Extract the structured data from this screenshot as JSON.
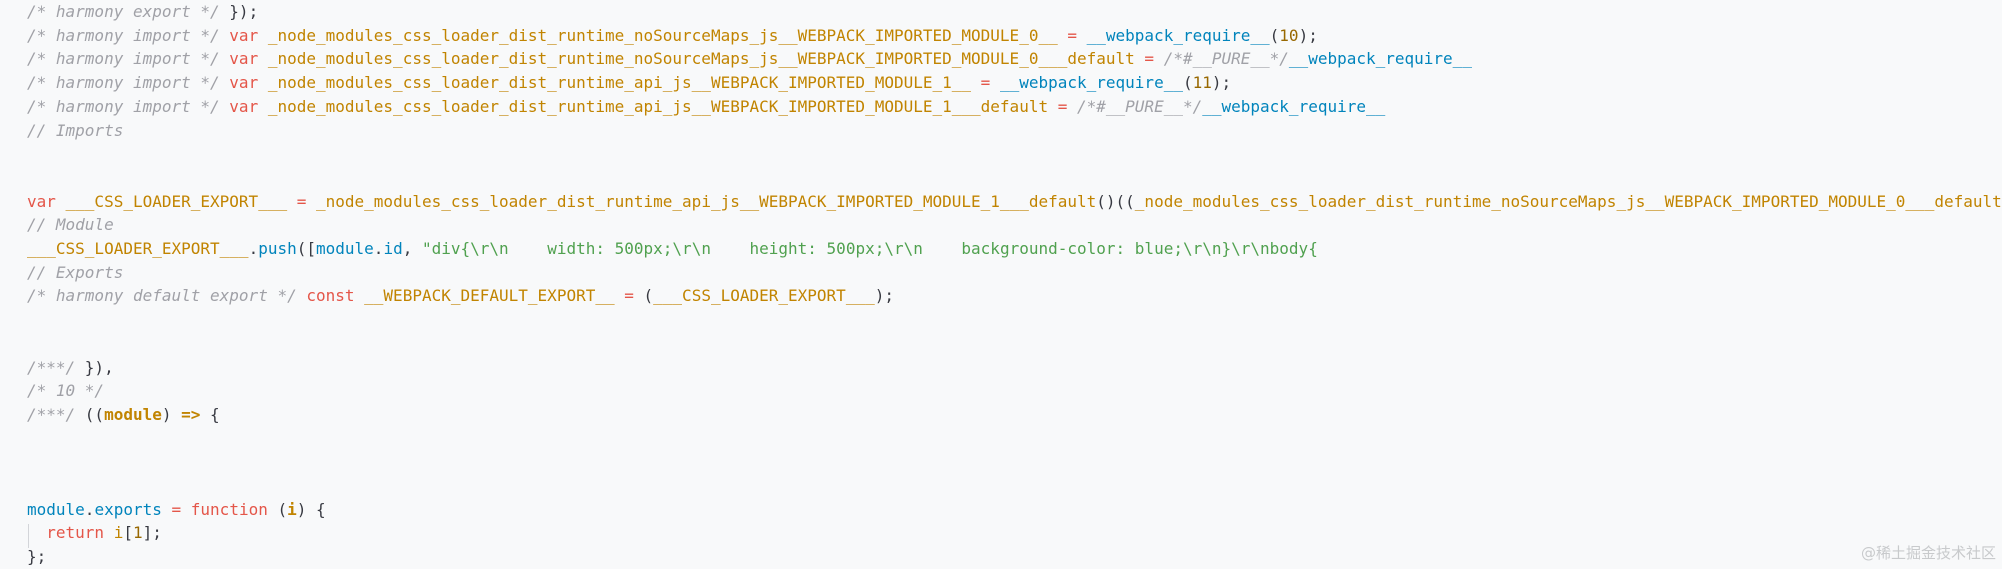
{
  "code": {
    "lines": [
      [
        {
          "t": "/* harmony export */ ",
          "c": "c"
        },
        {
          "t": "});",
          "c": "p"
        }
      ],
      [
        {
          "t": "/* harmony import */ ",
          "c": "c"
        },
        {
          "t": "var ",
          "c": "k"
        },
        {
          "t": "_node_modules_css_loader_dist_runtime_noSourceMaps_js__WEBPACK_IMPORTED_MODULE_0__",
          "c": "v"
        },
        {
          "t": " = ",
          "c": "o"
        },
        {
          "t": "__webpack_require__",
          "c": "f"
        },
        {
          "t": "(",
          "c": "p"
        },
        {
          "t": "10",
          "c": "n"
        },
        {
          "t": ");",
          "c": "p"
        }
      ],
      [
        {
          "t": "/* harmony import */ ",
          "c": "c"
        },
        {
          "t": "var ",
          "c": "k"
        },
        {
          "t": "_node_modules_css_loader_dist_runtime_noSourceMaps_js__WEBPACK_IMPORTED_MODULE_0___default",
          "c": "v"
        },
        {
          "t": " = ",
          "c": "o"
        },
        {
          "t": "/*#__PURE__*/",
          "c": "c"
        },
        {
          "t": "__webpack_require__",
          "c": "f"
        }
      ],
      [
        {
          "t": "/* harmony import */ ",
          "c": "c"
        },
        {
          "t": "var ",
          "c": "k"
        },
        {
          "t": "_node_modules_css_loader_dist_runtime_api_js__WEBPACK_IMPORTED_MODULE_1__",
          "c": "v"
        },
        {
          "t": " = ",
          "c": "o"
        },
        {
          "t": "__webpack_require__",
          "c": "f"
        },
        {
          "t": "(",
          "c": "p"
        },
        {
          "t": "11",
          "c": "n"
        },
        {
          "t": ");",
          "c": "p"
        }
      ],
      [
        {
          "t": "/* harmony import */ ",
          "c": "c"
        },
        {
          "t": "var ",
          "c": "k"
        },
        {
          "t": "_node_modules_css_loader_dist_runtime_api_js__WEBPACK_IMPORTED_MODULE_1___default",
          "c": "v"
        },
        {
          "t": " = ",
          "c": "o"
        },
        {
          "t": "/*#__PURE__*/",
          "c": "c"
        },
        {
          "t": "__webpack_require__",
          "c": "f"
        }
      ],
      [
        {
          "t": "// Imports",
          "c": "c"
        }
      ],
      [],
      [],
      [
        {
          "t": "var ",
          "c": "k"
        },
        {
          "t": "___CSS_LOADER_EXPORT___",
          "c": "v"
        },
        {
          "t": " = ",
          "c": "o"
        },
        {
          "t": "_node_modules_css_loader_dist_runtime_api_js__WEBPACK_IMPORTED_MODULE_1___default",
          "c": "v"
        },
        {
          "t": "()((",
          "c": "p"
        },
        {
          "t": "_node_modules_css_loader_dist_runtime_noSourceMaps_js__WEBPACK_IMPORTED_MODULE_0___default",
          "c": "v"
        }
      ],
      [
        {
          "t": "// Module",
          "c": "c"
        }
      ],
      [
        {
          "t": "___CSS_LOADER_EXPORT___",
          "c": "v"
        },
        {
          "t": ".",
          "c": "p"
        },
        {
          "t": "push",
          "c": "f"
        },
        {
          "t": "([",
          "c": "p"
        },
        {
          "t": "module",
          "c": "m"
        },
        {
          "t": ".",
          "c": "p"
        },
        {
          "t": "id",
          "c": "m"
        },
        {
          "t": ", ",
          "c": "p"
        },
        {
          "t": "\"div{\\r\\n    width: 500px;\\r\\n    height: 500px;\\r\\n    background-color: blue;\\r\\n}\\r\\nbody{",
          "c": "s"
        }
      ],
      [
        {
          "t": "// Exports",
          "c": "c"
        }
      ],
      [
        {
          "t": "/* harmony default export */ ",
          "c": "c"
        },
        {
          "t": "const ",
          "c": "k"
        },
        {
          "t": "__WEBPACK_DEFAULT_EXPORT__",
          "c": "v"
        },
        {
          "t": " = ",
          "c": "o"
        },
        {
          "t": "(",
          "c": "p"
        },
        {
          "t": "___CSS_LOADER_EXPORT___",
          "c": "v"
        },
        {
          "t": ");",
          "c": "p"
        }
      ],
      [],
      [],
      [
        {
          "t": "/***/ ",
          "c": "c"
        },
        {
          "t": "}),",
          "c": "p"
        }
      ],
      [
        {
          "t": "/* 10 */",
          "c": "c"
        }
      ],
      [
        {
          "t": "/***/ ",
          "c": "c"
        },
        {
          "t": "((",
          "c": "p"
        },
        {
          "t": "module",
          "c": "b"
        },
        {
          "t": ") ",
          "c": "p"
        },
        {
          "t": "=>",
          "c": "b"
        },
        {
          "t": " {",
          "c": "p"
        }
      ],
      [],
      [],
      [],
      [
        {
          "t": "module",
          "c": "m"
        },
        {
          "t": ".",
          "c": "p"
        },
        {
          "t": "exports",
          "c": "m"
        },
        {
          "t": " = ",
          "c": "o"
        },
        {
          "t": "function ",
          "c": "k"
        },
        {
          "t": "(",
          "c": "p"
        },
        {
          "t": "i",
          "c": "b"
        },
        {
          "t": ") {",
          "c": "p"
        }
      ],
      [
        {
          "t": "  ",
          "c": "p"
        },
        {
          "t": "return ",
          "c": "k"
        },
        {
          "t": "i",
          "c": "v"
        },
        {
          "t": "[",
          "c": "p"
        },
        {
          "t": "1",
          "c": "n"
        },
        {
          "t": "];",
          "c": "p"
        }
      ],
      [
        {
          "t": "};",
          "c": "p"
        }
      ]
    ]
  },
  "watermark": "@稀土掘金技术社区"
}
